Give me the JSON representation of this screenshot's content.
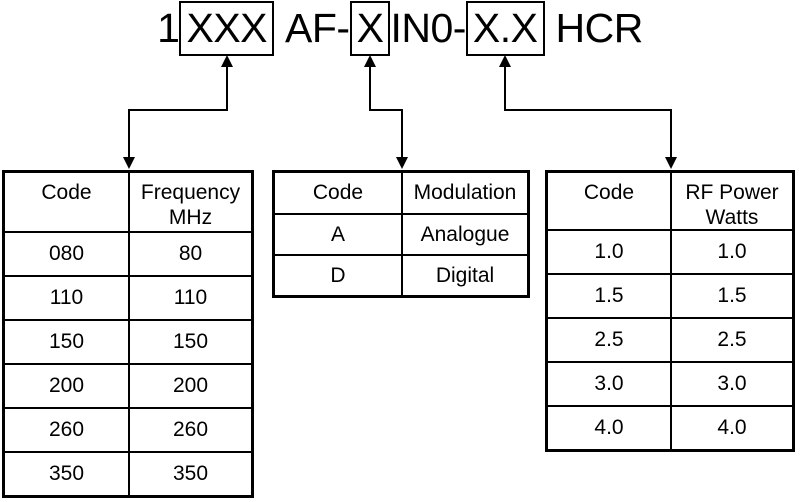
{
  "title": {
    "prefix": "1",
    "frequency_code": "XXX",
    "mid1": "AF-",
    "modulation_code": "X",
    "mid2": "IN0-",
    "power_code": "X.X",
    "suffix": "HCR"
  },
  "colors": {
    "line": "#000000",
    "background": "#ffffff"
  },
  "tables": {
    "frequency": {
      "headers": {
        "col1": "Code",
        "col2_line1": "Frequency",
        "col2_line2": "MHz"
      },
      "rows": [
        {
          "code": "080",
          "value": "80"
        },
        {
          "code": "110",
          "value": "110"
        },
        {
          "code": "150",
          "value": "150"
        },
        {
          "code": "200",
          "value": "200"
        },
        {
          "code": "260",
          "value": "260"
        },
        {
          "code": "350",
          "value": "350"
        }
      ]
    },
    "modulation": {
      "headers": {
        "col1": "Code",
        "col2": "Modulation"
      },
      "rows": [
        {
          "code": "A",
          "value": "Analogue"
        },
        {
          "code": "D",
          "value": "Digital"
        }
      ]
    },
    "power": {
      "headers": {
        "col1": "Code",
        "col2_line1": "RF Power",
        "col2_line2": "Watts"
      },
      "rows": [
        {
          "code": "1.0",
          "value": "1.0"
        },
        {
          "code": "1.5",
          "value": "1.5"
        },
        {
          "code": "2.5",
          "value": "2.5"
        },
        {
          "code": "3.0",
          "value": "3.0"
        },
        {
          "code": "4.0",
          "value": "4.0"
        }
      ]
    }
  }
}
